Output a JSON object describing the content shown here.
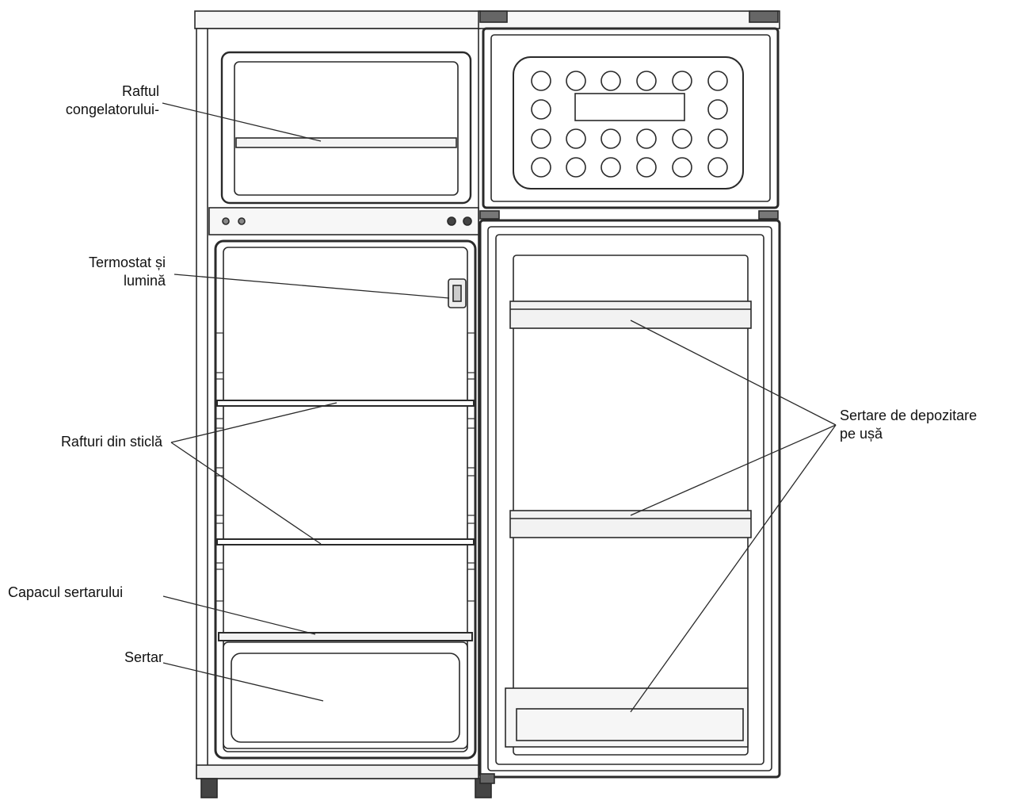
{
  "labels": {
    "freezer_shelf": [
      "Raftul",
      "congelatorului-"
    ],
    "thermostat": [
      "Termostat și",
      "lumină"
    ],
    "glass_shelves": [
      "Rafturi din sticlă"
    ],
    "crisper_cover": [
      "Capacul sertarului"
    ],
    "crisper": [
      "Sertar"
    ],
    "door_bins": [
      "Sertare de depozitare",
      "pe ușă"
    ]
  },
  "colors": {
    "line": "#2a2a2a",
    "body_fill": "#ffffff",
    "panel_fill": "#f4f4f4",
    "gasket": "#555555"
  }
}
